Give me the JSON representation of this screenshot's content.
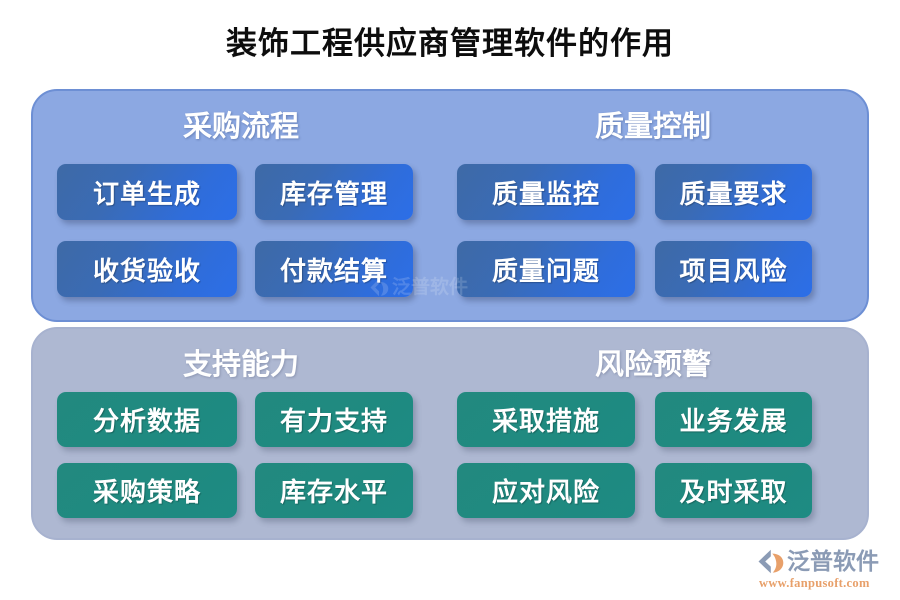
{
  "title": "装饰工程供应商管理软件的作用",
  "colors": {
    "panel_top_bg": "#8ca8e2",
    "panel_top_border": "#6d8fd4",
    "panel_bottom_bg": "#aeb8d2",
    "panel_bottom_border": "#a7b2cf",
    "chip_blue_from": "#3e6aa6",
    "chip_blue_to": "#2c6ee8",
    "chip_teal": "#1f8a80",
    "title_text": "#0d0d0d",
    "heading_text": "#ffffff",
    "logo_text": "#8b9bb5",
    "logo_url": "#e8a06a"
  },
  "panels": [
    {
      "id": "panel-top",
      "groups": [
        {
          "id": "group-purchase-process",
          "heading": "采购流程",
          "chips": [
            "订单生成",
            "库存管理",
            "收货验收",
            "付款结算"
          ]
        },
        {
          "id": "group-quality-control",
          "heading": "质量控制",
          "chips": [
            "质量监控",
            "质量要求",
            "质量问题",
            "项目风险"
          ]
        }
      ]
    },
    {
      "id": "panel-bottom",
      "groups": [
        {
          "id": "group-support-capability",
          "heading": "支持能力",
          "chips": [
            "分析数据",
            "有力支持",
            "采购策略",
            "库存水平"
          ]
        },
        {
          "id": "group-risk-warning",
          "heading": "风险预警",
          "chips": [
            "采取措施",
            "业务发展",
            "应对风险",
            "及时采取"
          ]
        }
      ]
    }
  ],
  "logo": {
    "name": "泛普软件",
    "url": "www.fanpusoft.com",
    "mark": "fanpu-logo-icon"
  }
}
